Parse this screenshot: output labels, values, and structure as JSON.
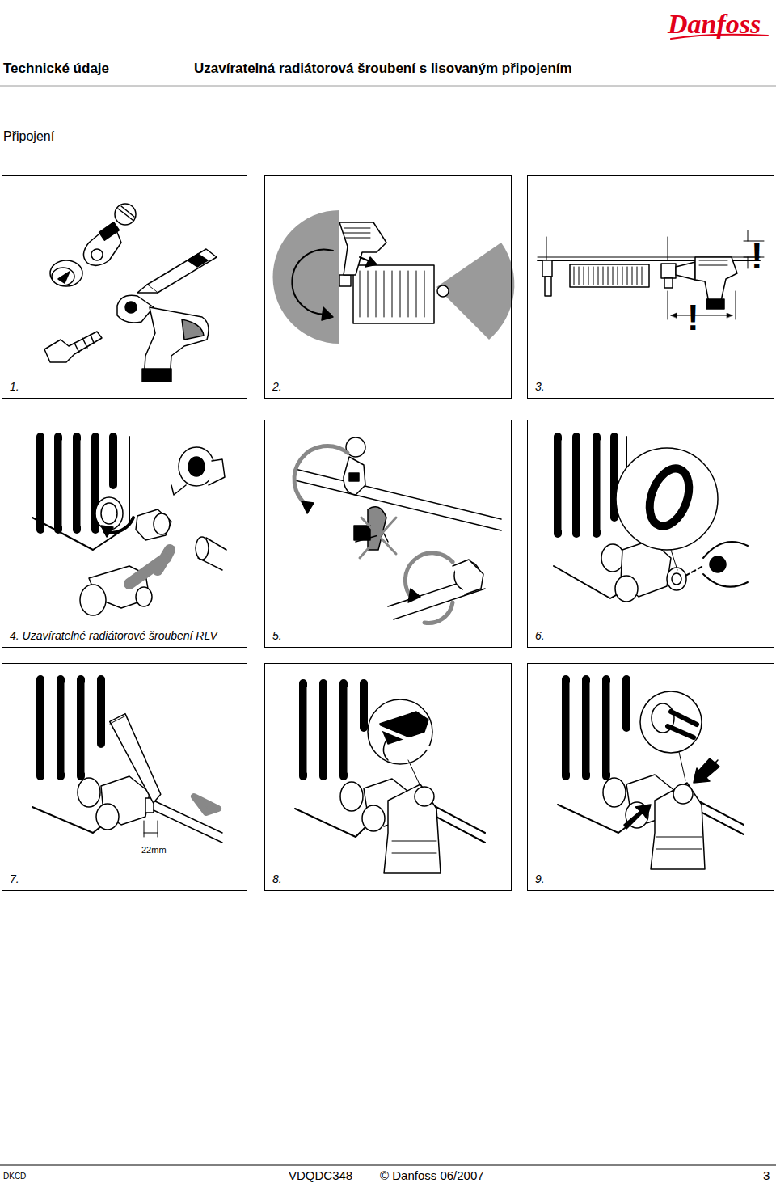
{
  "diagram": {
    "title": "Uzavíratelná radiátorová šroubení s lisovaným připojením",
    "nodes": [
      {
        "text": [
          "1."
        ]
      },
      {
        "text": [
          "2."
        ]
      },
      {
        "text": [
          "3."
        ]
      },
      {
        "text": [
          "4. Uzavíratelné radiátorové šroubení RLV"
        ]
      },
      {
        "text": [
          "5."
        ]
      },
      {
        "text": [
          "6."
        ]
      },
      {
        "text": [
          "7."
        ]
      },
      {
        "text": [
          "8."
        ]
      },
      {
        "text": [
          "9."
        ]
      }
    ],
    "labels": [
      "Technické údaje",
      "Připojení",
      "Danfoss",
      "!",
      "!",
      "22mm",
      "DKCD",
      "VDQDC348",
      "© Danfoss 06/2007",
      "3"
    ]
  }
}
